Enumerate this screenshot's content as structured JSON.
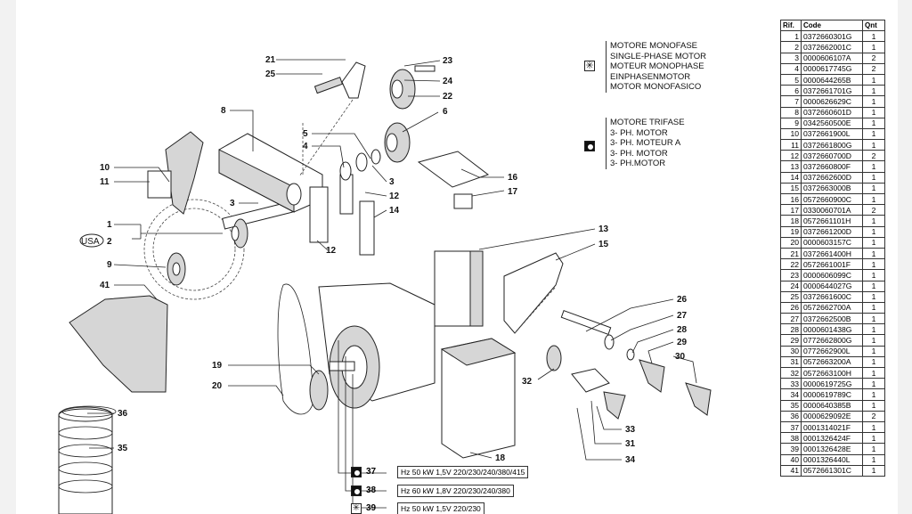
{
  "callouts": [
    {
      "n": "21"
    },
    {
      "n": "25"
    },
    {
      "n": "23"
    },
    {
      "n": "24"
    },
    {
      "n": "22"
    },
    {
      "n": "6"
    },
    {
      "n": "8"
    },
    {
      "n": "5"
    },
    {
      "n": "4"
    },
    {
      "n": "3"
    },
    {
      "n": "12"
    },
    {
      "n": "14"
    },
    {
      "n": "16"
    },
    {
      "n": "17"
    },
    {
      "n": "10"
    },
    {
      "n": "11"
    },
    {
      "n": "3"
    },
    {
      "n": "1"
    },
    {
      "n": "2"
    },
    {
      "n": "9"
    },
    {
      "n": "12"
    },
    {
      "n": "13"
    },
    {
      "n": "15"
    },
    {
      "n": "41"
    },
    {
      "n": "26"
    },
    {
      "n": "27"
    },
    {
      "n": "28"
    },
    {
      "n": "29"
    },
    {
      "n": "30"
    },
    {
      "n": "19"
    },
    {
      "n": "20"
    },
    {
      "n": "32"
    },
    {
      "n": "33"
    },
    {
      "n": "31"
    },
    {
      "n": "34"
    },
    {
      "n": "18"
    },
    {
      "n": "36"
    },
    {
      "n": "35"
    }
  ],
  "usa_label": "USA",
  "legend": {
    "single_phase": [
      "MOTORE MONOFASE",
      "SINGLE-PHASE MOTOR",
      "MOTEUR MONOPHASE",
      "EINPHASENMOTOR",
      "MOTOR MONOFASICO"
    ],
    "three_phase": [
      "MOTORE TRIFASE",
      "3- PH. MOTOR",
      "3- PH. MOTEUR A",
      "3- PH. MOTOR",
      "3- PH.MOTOR"
    ]
  },
  "motor_options": [
    {
      "ref": "37",
      "icon": "three-phase",
      "text": "Hz 50 kW 1,5V 220/230/240/380/415"
    },
    {
      "ref": "38",
      "icon": "three-phase",
      "text": "Hz 60 kW 1,8V 220/230/240/380"
    },
    {
      "ref": "39",
      "icon": "single-phase",
      "text": "Hz 50 kW 1,5V 220/230"
    }
  ],
  "parts_table": {
    "headers": {
      "ref": "Rif.",
      "code": "Code",
      "qty": "Qnt"
    },
    "rows": [
      {
        "ref": "1",
        "code": "0372660301G",
        "qty": "1"
      },
      {
        "ref": "2",
        "code": "0372662001C",
        "qty": "1"
      },
      {
        "ref": "3",
        "code": "0000606107A",
        "qty": "2"
      },
      {
        "ref": "4",
        "code": "0000617745G",
        "qty": "2"
      },
      {
        "ref": "5",
        "code": "0000644265B",
        "qty": "1"
      },
      {
        "ref": "6",
        "code": "0372661701G",
        "qty": "1"
      },
      {
        "ref": "7",
        "code": "0000626629C",
        "qty": "1"
      },
      {
        "ref": "8",
        "code": "0372660601D",
        "qty": "1"
      },
      {
        "ref": "9",
        "code": "0342560500E",
        "qty": "1"
      },
      {
        "ref": "10",
        "code": "0372661900L",
        "qty": "1"
      },
      {
        "ref": "11",
        "code": "0372661800G",
        "qty": "1"
      },
      {
        "ref": "12",
        "code": "0372660700D",
        "qty": "2"
      },
      {
        "ref": "13",
        "code": "0372660800F",
        "qty": "1"
      },
      {
        "ref": "14",
        "code": "0372662600D",
        "qty": "1"
      },
      {
        "ref": "15",
        "code": "0372663000B",
        "qty": "1"
      },
      {
        "ref": "16",
        "code": "0572660900C",
        "qty": "1"
      },
      {
        "ref": "17",
        "code": "0330060701A",
        "qty": "2"
      },
      {
        "ref": "18",
        "code": "0572661101H",
        "qty": "1"
      },
      {
        "ref": "19",
        "code": "0372661200D",
        "qty": "1"
      },
      {
        "ref": "20",
        "code": "0000603157C",
        "qty": "1"
      },
      {
        "ref": "21",
        "code": "0372661400H",
        "qty": "1"
      },
      {
        "ref": "22",
        "code": "0572661001F",
        "qty": "1"
      },
      {
        "ref": "23",
        "code": "0000606099C",
        "qty": "1"
      },
      {
        "ref": "24",
        "code": "0000644027G",
        "qty": "1"
      },
      {
        "ref": "25",
        "code": "0372661600C",
        "qty": "1"
      },
      {
        "ref": "26",
        "code": "0572662700A",
        "qty": "1"
      },
      {
        "ref": "27",
        "code": "0372662500B",
        "qty": "1"
      },
      {
        "ref": "28",
        "code": "0000601438G",
        "qty": "1"
      },
      {
        "ref": "29",
        "code": "0772662800G",
        "qty": "1"
      },
      {
        "ref": "30",
        "code": "0772662900L",
        "qty": "1"
      },
      {
        "ref": "31",
        "code": "0572663200A",
        "qty": "1"
      },
      {
        "ref": "32",
        "code": "0572663100H",
        "qty": "1"
      },
      {
        "ref": "33",
        "code": "0000619725G",
        "qty": "1"
      },
      {
        "ref": "34",
        "code": "0000619789C",
        "qty": "1"
      },
      {
        "ref": "35",
        "code": "0000640385B",
        "qty": "1"
      },
      {
        "ref": "36",
        "code": "0000629092E",
        "qty": "2"
      },
      {
        "ref": "37",
        "code": "0001314021F",
        "qty": "1"
      },
      {
        "ref": "38",
        "code": "0001326424F",
        "qty": "1"
      },
      {
        "ref": "39",
        "code": "0001326428E",
        "qty": "1"
      },
      {
        "ref": "40",
        "code": "0001326440L",
        "qty": "1"
      },
      {
        "ref": "41",
        "code": "0572661301C",
        "qty": "1"
      }
    ]
  }
}
